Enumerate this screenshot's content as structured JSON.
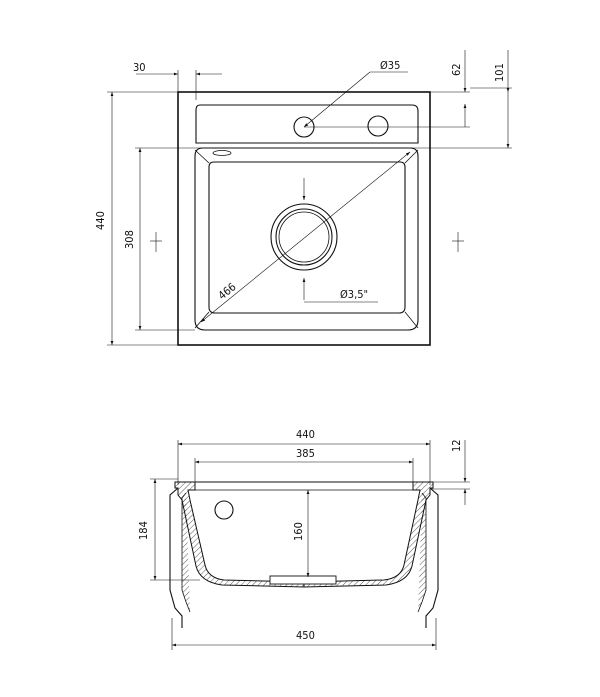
{
  "top_view": {
    "dims": {
      "offset_30": "30",
      "tap_hole_dia": "Ø35",
      "dim_62": "62",
      "dim_101": "101",
      "height_440": "440",
      "bowl_308": "308",
      "diagonal_466": "466",
      "drain_dia": "Ø3,5\""
    }
  },
  "section_view": {
    "dims": {
      "width_440": "440",
      "inner_385": "385",
      "rim_12": "12",
      "height_184": "184",
      "depth_160": "160",
      "bottom_450": "450"
    }
  }
}
